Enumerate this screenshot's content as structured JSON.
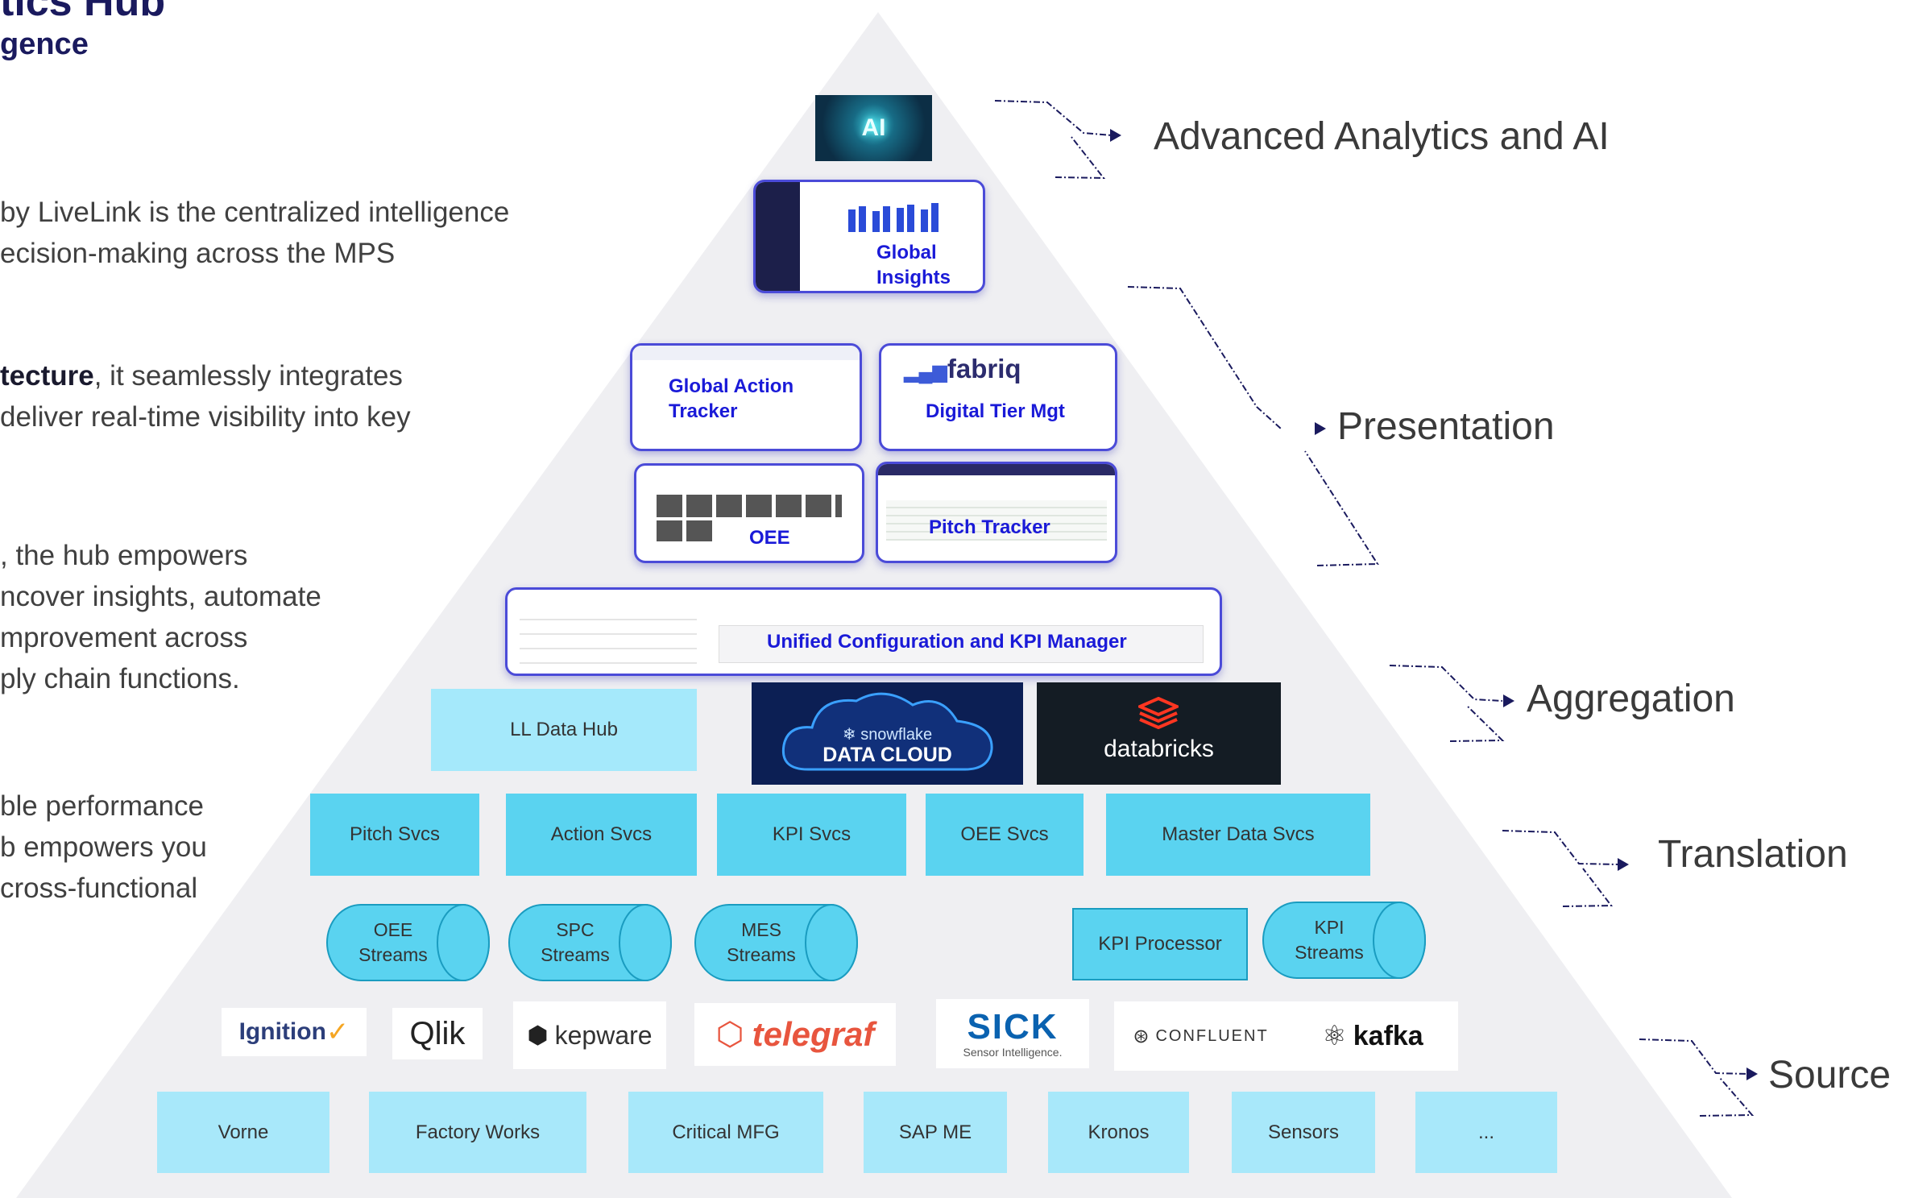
{
  "header": {
    "title": "tics Hub",
    "subtitle": "gence"
  },
  "paragraphs": [
    {
      "lines": [
        "by LiveLink is the centralized intelligence",
        "ecision-making across the MPS"
      ]
    },
    {
      "bold": "tecture",
      "rest": ", it seamlessly integrates",
      "line2": "deliver real-time visibility into key"
    },
    {
      "lines": [
        ", the hub empowers",
        "ncover insights, automate",
        "mprovement across",
        "ply chain functions."
      ]
    },
    {
      "lines": [
        "ble performance",
        "b empowers you",
        "cross-functional"
      ]
    }
  ],
  "layers": {
    "ai": "Advanced Analytics and AI",
    "presentation": "Presentation",
    "aggregation": "Aggregation",
    "translation": "Translation",
    "source": "Source"
  },
  "top_tile": {
    "text": "AI"
  },
  "apps": {
    "global_insights": "Global Insights",
    "global_action_tracker": "Global Action Tracker",
    "digital_tier": "Digital Tier Mgt",
    "fabriq_logo": "fabriq",
    "oee": "OEE",
    "pitch_tracker": "Pitch Tracker",
    "ukpi": "Unified Configuration and KPI Manager"
  },
  "aggregation": {
    "hub": "LL Data Hub",
    "snowflake_small": "snowflake",
    "snowflake_big": "DATA CLOUD",
    "databricks": "databricks"
  },
  "services": [
    "Pitch Svcs",
    "Action Svcs",
    "KPI Svcs",
    "OEE Svcs",
    "Master Data Svcs"
  ],
  "streams": [
    {
      "line1": "OEE",
      "line2": "Streams"
    },
    {
      "line1": "SPC",
      "line2": "Streams"
    },
    {
      "line1": "MES",
      "line2": "Streams"
    },
    {
      "line1": "KPI",
      "line2": "Streams"
    }
  ],
  "kpi_processor": "KPI Processor",
  "logos": {
    "ignition": "Ignition",
    "qlik": "Qlik",
    "kepware": "kepware",
    "telegraf": "telegraf",
    "sick": "SICK",
    "sick_sub": "Sensor Intelligence.",
    "confluent": "CONFLUENT",
    "kafka": "kafka"
  },
  "sources": [
    "Vorne",
    "Factory Works",
    "Critical MFG",
    "SAP ME",
    "Kronos",
    "Sensors",
    "..."
  ],
  "colors": {
    "pyramid": "#efeff2",
    "service_box": "#5ad3f0",
    "source_box": "#a8e8fa",
    "card_border": "#4b4bd8",
    "card_text": "#1a1ad8",
    "title": "#1a1a5e",
    "arrow": "#1a1a5e"
  }
}
